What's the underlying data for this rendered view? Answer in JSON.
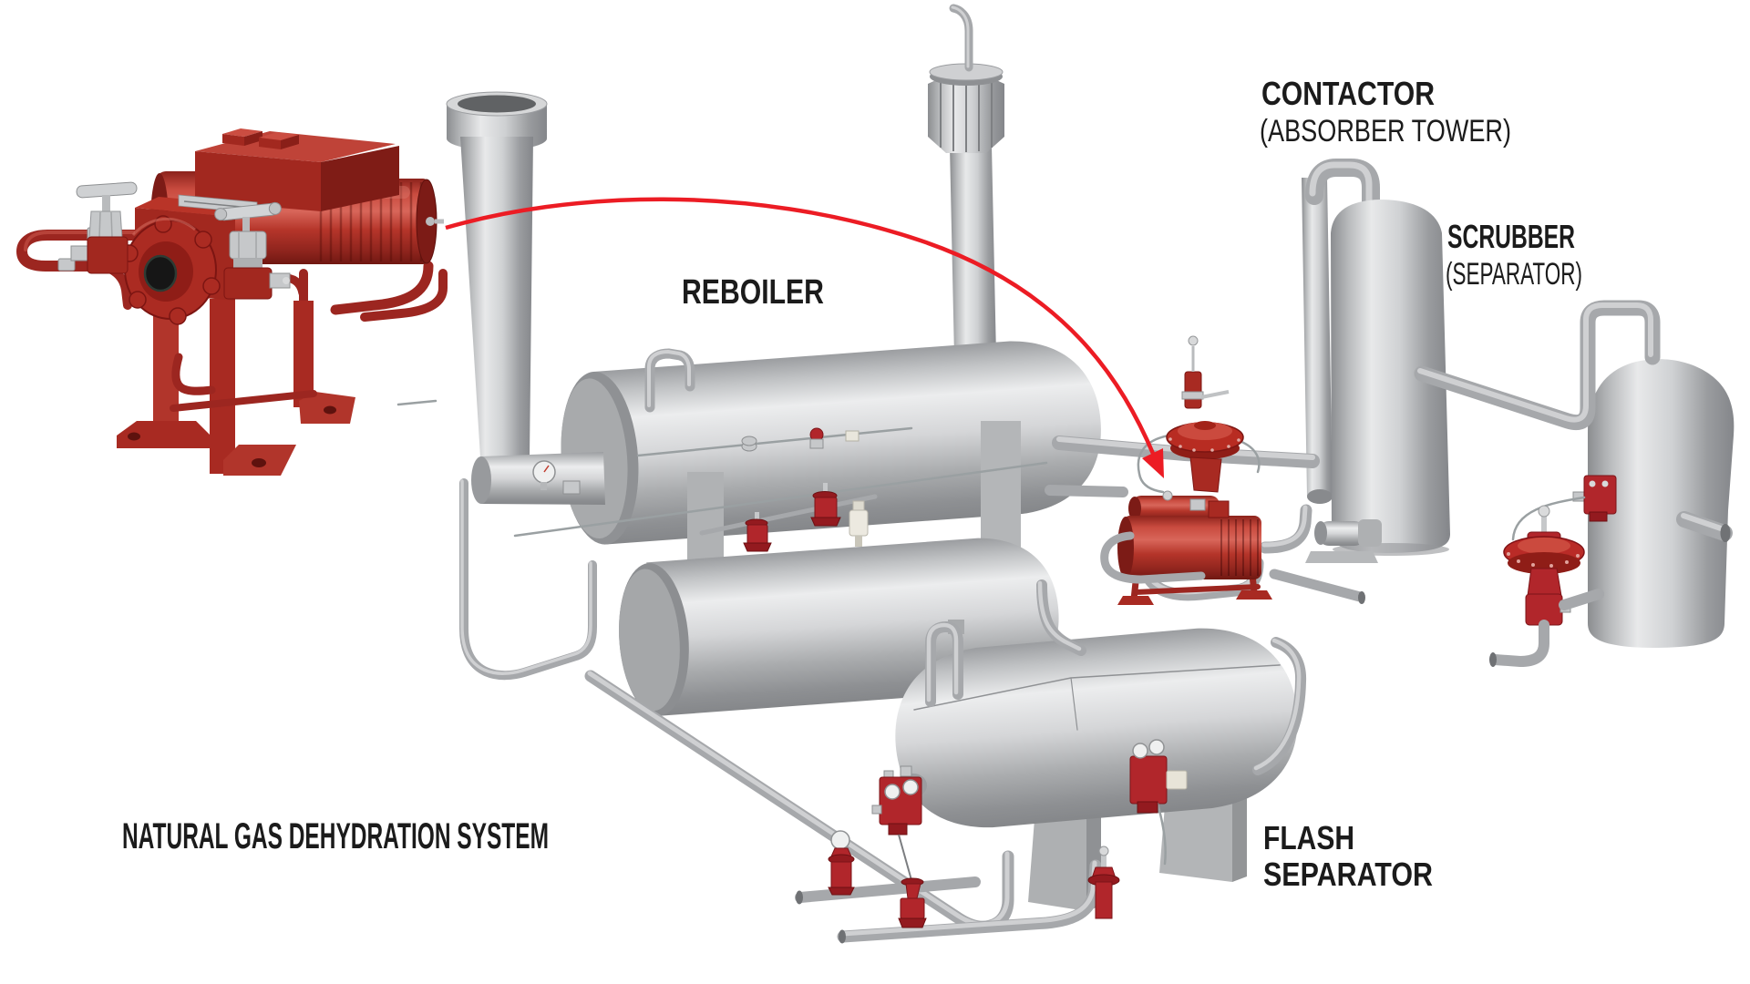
{
  "page": {
    "background": "#ffffff"
  },
  "title": {
    "text": "NATURAL GAS DEHYDRATION SYSTEM"
  },
  "labels": {
    "reboiler": "REBOILER",
    "contactor_line1": "CONTACTOR",
    "contactor_line2": "(ABSORBER TOWER)",
    "scrubber_line1": "SCRUBBER",
    "scrubber_line2": "(SEPARATOR)",
    "flash_line1": "FLASH",
    "flash_line2": "SEPARATOR"
  },
  "callout": {
    "arrow_color": "#ec1c24"
  },
  "colors": {
    "label_text": "#1b1b1b",
    "product_red": "#ae2b22",
    "valve_red": "#b1262b",
    "metal_light": "#e9eaeb",
    "metal_mid": "#c3c5c7",
    "metal_dark": "#8a8c8f",
    "background": "#ffffff"
  }
}
